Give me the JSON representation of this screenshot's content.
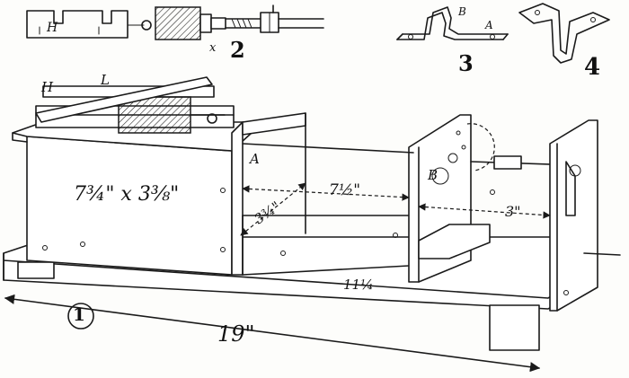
{
  "figures": {
    "fig1": "1",
    "fig2": "2",
    "fig3": "3",
    "fig4": "4"
  },
  "labels": {
    "H_top": "H",
    "x_mark": "x",
    "B_fig3": "B",
    "A_fig3": "A",
    "H_main": "H",
    "L_main": "L",
    "A_main": "A",
    "B_main": "B"
  },
  "dimensions": {
    "box_size": "7¾\" x 3⅜\"",
    "depth": "3¾\"",
    "span_center": "7½\"",
    "span_right": "3\"",
    "base_length": "11¼",
    "overall_length": "19\""
  }
}
